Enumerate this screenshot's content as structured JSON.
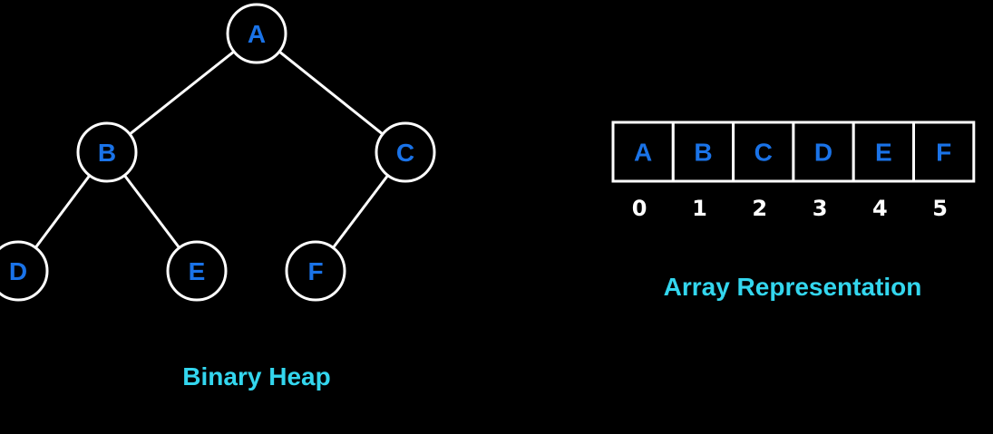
{
  "heap": {
    "caption": "Binary Heap",
    "nodes": [
      {
        "id": "A",
        "label": "A"
      },
      {
        "id": "B",
        "label": "B"
      },
      {
        "id": "C",
        "label": "C"
      },
      {
        "id": "D",
        "label": "D"
      },
      {
        "id": "E",
        "label": "E"
      },
      {
        "id": "F",
        "label": "F"
      }
    ],
    "edges": [
      {
        "from": "A",
        "to": "B"
      },
      {
        "from": "A",
        "to": "C"
      },
      {
        "from": "B",
        "to": "D"
      },
      {
        "from": "B",
        "to": "E"
      },
      {
        "from": "C",
        "to": "F"
      }
    ]
  },
  "array": {
    "caption": "Array Representation",
    "cells": [
      "A",
      "B",
      "C",
      "D",
      "E",
      "F"
    ],
    "indices": [
      "0",
      "1",
      "2",
      "3",
      "4",
      "5"
    ]
  },
  "colors": {
    "background": "#000000",
    "node_label": "#1a73e8",
    "caption": "#33d6ee",
    "stroke": "#ffffff",
    "index_label": "#ffffff"
  }
}
